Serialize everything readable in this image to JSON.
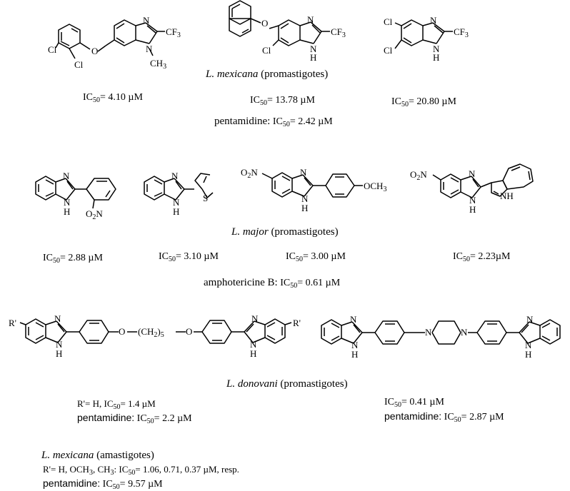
{
  "sec_mexicana_pro": {
    "species": "L. mexicana",
    "stage": "(promastigotes)",
    "ic1": "4.10 µM",
    "ic2": "13.78 µM",
    "ic3": "20.80 µM",
    "ref_name": "pentamidine:",
    "ref_ic": "2.42 µM"
  },
  "sec_major": {
    "species": "L. major",
    "stage": "(promastigotes)",
    "ic1": "2.88 µM",
    "ic2": "3.10 µM",
    "ic3": "3.00 µM",
    "ic4": "2.23µM",
    "ref_name": "amphotericine B:",
    "ref_ic": "0.61 µM"
  },
  "sec_donovani": {
    "species": "L. donovani",
    "stage": "(promastigotes)",
    "left_prefix": "R'= H,",
    "left_ic": "1.4 µM",
    "left_ref_name": "pentamidine:",
    "left_ref_ic": "2.2 µM",
    "right_ic": "0.41 µM",
    "right_ref_name": "pentamidine:",
    "right_ref_ic": "2.87 µM"
  },
  "sec_mexicana_ama": {
    "species": "L. mexicana",
    "stage": "(amastigotes)",
    "prefix": "R'= H, OCH",
    "prefix_mid": ", CH",
    "prefix_end": ":",
    "ic": "1.06, 0.71, 0.37 µM, resp.",
    "ref_name": "pentamidine:",
    "ref_ic": "9.57 µM"
  },
  "common": {
    "ic": "IC",
    "ic_sub": "50",
    "eq": "=",
    "three": "3"
  },
  "atoms": {
    "N": "N",
    "H": "H",
    "O": "O",
    "S": "S",
    "NH": "NH",
    "Cl": "Cl",
    "CF3": "CF",
    "CH3": "CH",
    "O2N": "O",
    "NO2": "O",
    "N_sub": "N",
    "OCH3": "OCH",
    "R": "R'",
    "pent": "(CH",
    "pent_end": ")",
    "pent_sub": "5"
  }
}
